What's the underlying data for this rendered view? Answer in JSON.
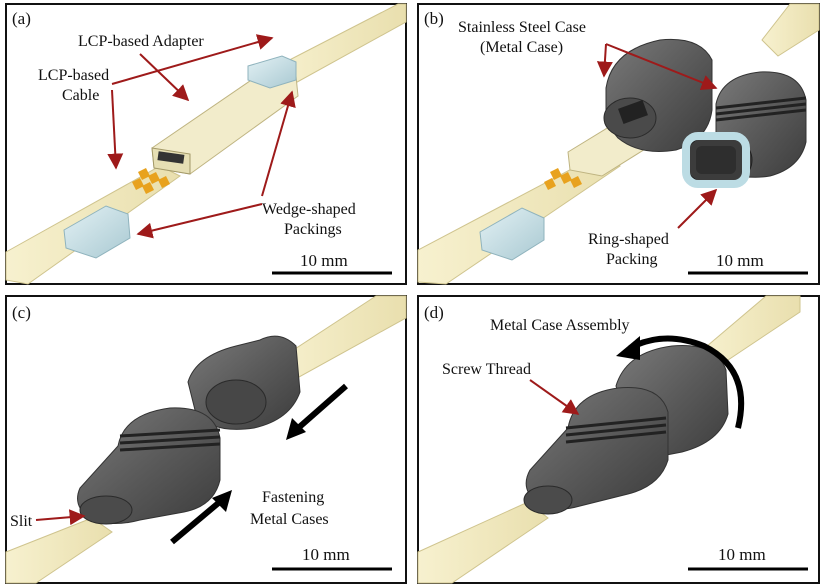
{
  "panels": {
    "a": {
      "tag": "(a)",
      "adapter_label": "LCP-based Adapter",
      "cable_label_line1": "LCP-based",
      "cable_label_line2": "Cable",
      "packings_label_line1": "Wedge-shaped",
      "packings_label_line2": "Packings",
      "scale": "10 mm"
    },
    "b": {
      "tag": "(b)",
      "case_label_line1": "Stainless Steel Case",
      "case_label_line2": "(Metal Case)",
      "ring_label_line1": "Ring-shaped",
      "ring_label_line2": "Packing",
      "scale": "10 mm"
    },
    "c": {
      "tag": "(c)",
      "slit_label": "Slit",
      "fasten_label_line1": "Fastening",
      "fasten_label_line2": "Metal Cases",
      "scale": "10 mm"
    },
    "d": {
      "tag": "(d)",
      "assembly_label": "Metal Case Assembly",
      "thread_label": "Screw Thread",
      "scale": "10 mm"
    }
  },
  "colors": {
    "cable": "#f3ecc2",
    "cable_edge": "#cfc48e",
    "adapter": "#f2eccb",
    "packing": "#cfe4ea",
    "metal": "#5d5d5d",
    "metal_dark": "#3f3f3f",
    "arrow_red": "#9e1a1a",
    "contact_gold": "#e8a21e"
  }
}
